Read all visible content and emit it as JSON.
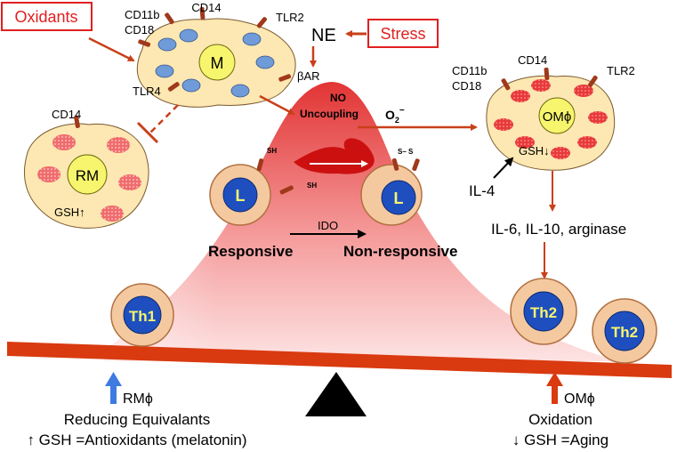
{
  "boxes": {
    "oxidants": "Oxidants",
    "stress": "Stress"
  },
  "macrophage_top": {
    "nucleus": "M",
    "cd14": "CD14",
    "cd11b": "CD11b",
    "cd18": "CD18",
    "tlr2": "TLR2",
    "tlr4": "TLR4",
    "bar": "βAR"
  },
  "ne": "NE",
  "rm": {
    "nucleus": "RM",
    "cd14": "CD14",
    "gsh": "GSH",
    "arrow": "↑"
  },
  "omphi": {
    "nucleus": "OMϕ",
    "cd11b": "CD11b",
    "cd18": "CD18",
    "cd14": "CD14",
    "tlr2": "TLR2",
    "gsh": "GSH",
    "arrow": "↓"
  },
  "center": {
    "no_line1": "NO",
    "no_line2": "Uncoupling",
    "o2": "O",
    "o2_sub": "2",
    "o2_sup": "−",
    "sh1": "SH",
    "sh2": "SH",
    "ss": "S– S",
    "l1": "L",
    "l2": "L",
    "ido": "IDO",
    "responsive": "Responsive",
    "nonresponsive": "Non-responsive"
  },
  "il4": "IL-4",
  "cytokines": "IL-6, IL-10, arginase",
  "th": {
    "th1": "Th1",
    "th2a": "Th2",
    "th2b": "Th2"
  },
  "bottom_left": {
    "rmphi": "RMϕ",
    "line1": "Reducing Equivalants",
    "line2": "↑ GSH =Antioxidants (melatonin)"
  },
  "bottom_right": {
    "omphi": "OMϕ",
    "line1": "Oxidation",
    "line2": "↓ GSH =Aging"
  },
  "colors": {
    "arrow": "#c8401a",
    "cell_fill": "#fde7b2",
    "nucleus": "#f7f56d",
    "blue_cell": "#1f4fbf",
    "lymph_outer": "#f5c9a0",
    "beam": "#d93a10",
    "box_border": "#e02020"
  }
}
